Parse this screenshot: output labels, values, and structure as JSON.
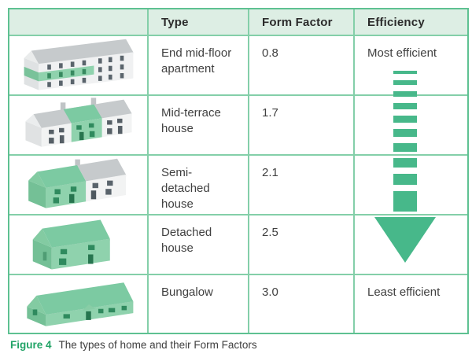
{
  "table": {
    "headers": {
      "type": "Type",
      "form_factor": "Form Factor",
      "efficiency": "Efficiency"
    },
    "rows": [
      {
        "icon": "end-mid-floor-apartment",
        "type": "End mid-floor apartment",
        "form_factor": "0.8",
        "efficiency": "Most efficient"
      },
      {
        "icon": "mid-terrace-house",
        "type": "Mid-terrace house",
        "form_factor": "1.7",
        "efficiency": ""
      },
      {
        "icon": "semi-detached-house",
        "type": "Semi-detached house",
        "form_factor": "2.1",
        "efficiency": ""
      },
      {
        "icon": "detached-house",
        "type": "Detached house",
        "form_factor": "2.5",
        "efficiency": ""
      },
      {
        "icon": "bungalow",
        "type": "Bungalow",
        "form_factor": "3.0",
        "efficiency": "Least efficient"
      }
    ]
  },
  "caption": {
    "label": "Figure 4",
    "text": "The types of home and their Form Factors"
  },
  "colors": {
    "border_outer": "#5ec192",
    "border_inner": "#84cfa9",
    "header_bg": "#ddeee4",
    "arrow_green": "#47b88a",
    "figure_green": "#21a366",
    "text_heading": "#2b2b2b",
    "text_body": "#404040"
  },
  "chart_data": {
    "type": "table",
    "columns": [
      "Type",
      "Form Factor",
      "Efficiency"
    ],
    "rows": [
      [
        "End mid-floor apartment",
        0.8,
        "Most efficient"
      ],
      [
        "Mid-terrace house",
        1.7,
        ""
      ],
      [
        "Semi-detached house",
        2.1,
        ""
      ],
      [
        "Detached house",
        2.5,
        ""
      ],
      [
        "Bungalow",
        3.0,
        "Least efficient"
      ]
    ],
    "annotations": [
      "Downward arrow indicates decreasing efficiency from top row to bottom row"
    ]
  }
}
